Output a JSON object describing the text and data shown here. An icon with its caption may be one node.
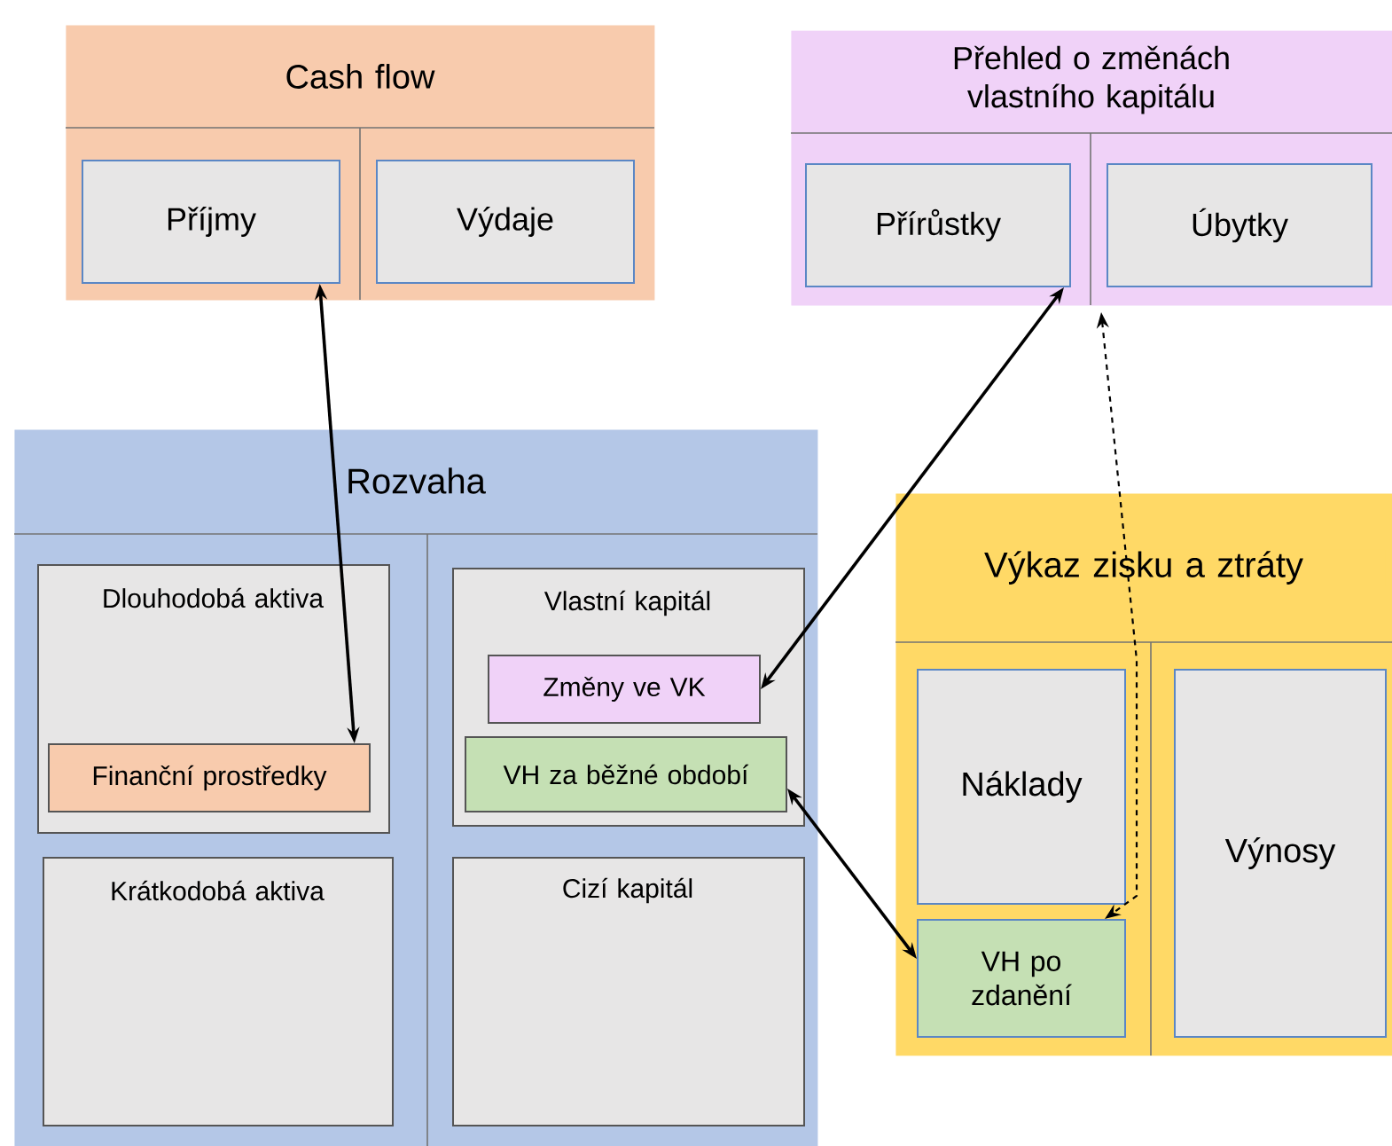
{
  "diagram": {
    "nodes": [
      {
        "text": [
          "Cash flow"
        ]
      },
      {
        "text": [
          "Příjmy"
        ],
        "in": 0
      },
      {
        "text": [
          "Výdaje"
        ],
        "in": 0
      },
      {
        "text": [
          "Přehled o změnách vlastního kapitálu"
        ]
      },
      {
        "text": [
          "Přírůstky"
        ],
        "in": 3
      },
      {
        "text": [
          "Úbytky"
        ],
        "in": 3
      },
      {
        "text": [
          "Rozvaha"
        ]
      },
      {
        "text": [
          "Dlouhodobá aktiva"
        ],
        "in": 6
      },
      {
        "text": [
          "Finanční prostředky"
        ],
        "in": 7
      },
      {
        "text": [
          "Krátkodobá aktiva"
        ],
        "in": 6
      },
      {
        "text": [
          "Vlastní kapitál"
        ],
        "in": 6
      },
      {
        "text": [
          "Změny ve VK"
        ],
        "in": 10
      },
      {
        "text": [
          "VH za běžné období"
        ],
        "in": 10
      },
      {
        "text": [
          "Cizí kapitál"
        ],
        "in": 6
      },
      {
        "text": [
          "Výkaz zisku a ztráty"
        ]
      },
      {
        "text": [
          "Náklady"
        ],
        "in": 14
      },
      {
        "text": [
          "VH po zdanění"
        ],
        "in": 14
      },
      {
        "text": [
          "Výnosy"
        ],
        "in": 14
      }
    ],
    "edges": [
      {
        "from": 1,
        "to": 8,
        "arrow": "both"
      },
      {
        "from": 4,
        "to": 11,
        "arrow": "both"
      },
      {
        "from": 5,
        "to": 16,
        "arrow": "both",
        "style": "dashed"
      },
      {
        "from": 12,
        "to": 16,
        "arrow": "both"
      }
    ]
  }
}
